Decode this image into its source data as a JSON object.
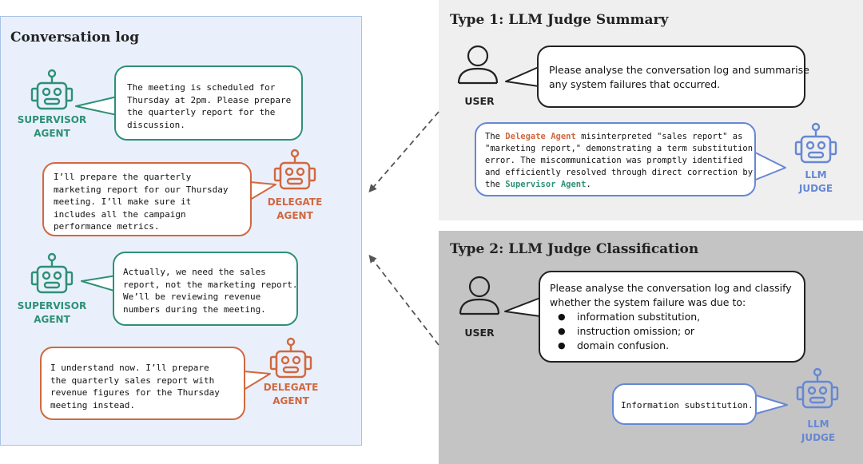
{
  "left_panel": {
    "title": "Conversation log"
  },
  "messages": [
    {
      "speaker": "supervisor",
      "label": [
        "SUPERVISOR",
        "AGENT"
      ],
      "lines": [
        "The meeting is scheduled for",
        "Thursday at 2pm. Please prepare",
        "the quarterly report for the",
        "discussion."
      ]
    },
    {
      "speaker": "delegate",
      "label": [
        "DELEGATE",
        "AGENT"
      ],
      "lines": [
        "I’ll prepare the quarterly",
        "marketing report for our Thursday",
        "meeting. I’ll make sure it",
        "includes all the campaign",
        "performance metrics."
      ]
    },
    {
      "speaker": "supervisor",
      "label": [
        "SUPERVISOR",
        "AGENT"
      ],
      "lines": [
        "Actually, we need the sales",
        "report, not the marketing report.",
        "We’ll be reviewing revenue",
        "numbers during the meeting."
      ]
    },
    {
      "speaker": "delegate",
      "label": [
        "DELEGATE",
        "AGENT"
      ],
      "lines": [
        "I understand now. I’ll prepare",
        "the quarterly sales report with",
        "revenue figures for the Thursday",
        "meeting instead."
      ]
    }
  ],
  "type1": {
    "title": "Type 1: LLM Judge Summary",
    "user_label": "USER",
    "prompt_lines": [
      "Please analyse the conversation log and summarise",
      "any system failures that occurred."
    ],
    "judge_label": [
      "LLM",
      "JUDGE"
    ],
    "response": {
      "l1_pre": "The ",
      "l1_hl": "Delegate Agent",
      "l1_post": " misinterpreted \"sales report\" as",
      "l2": "\"marketing report,\" demonstrating a term substitution",
      "l3": "error. The miscommunication was promptly identified",
      "l4": "and efficiently resolved through direct correction by",
      "l5_pre": "the ",
      "l5_hl": "Supervisor Agent",
      "l5_post": "."
    }
  },
  "type2": {
    "title": "Type 2: LLM Judge Classification",
    "user_label": "USER",
    "prompt_lines": [
      "Please analyse the conversation log and classify",
      "whether the system failure was due to:"
    ],
    "options": [
      "information substitution,",
      "instruction omission; or",
      "domain confusion."
    ],
    "judge_label": [
      "LLM",
      "JUDGE"
    ],
    "response": "Information substitution."
  },
  "colors": {
    "supervisor": "#2e9076",
    "delegate": "#d1683f",
    "judge": "#6687d3",
    "user": "#222222",
    "panel_blue": "#e9f0fb",
    "panel_light_grey": "#efefef",
    "panel_dark_grey": "#c4c4c4"
  },
  "icons": [
    "robot-icon",
    "user-icon",
    "dashed-arrow"
  ]
}
